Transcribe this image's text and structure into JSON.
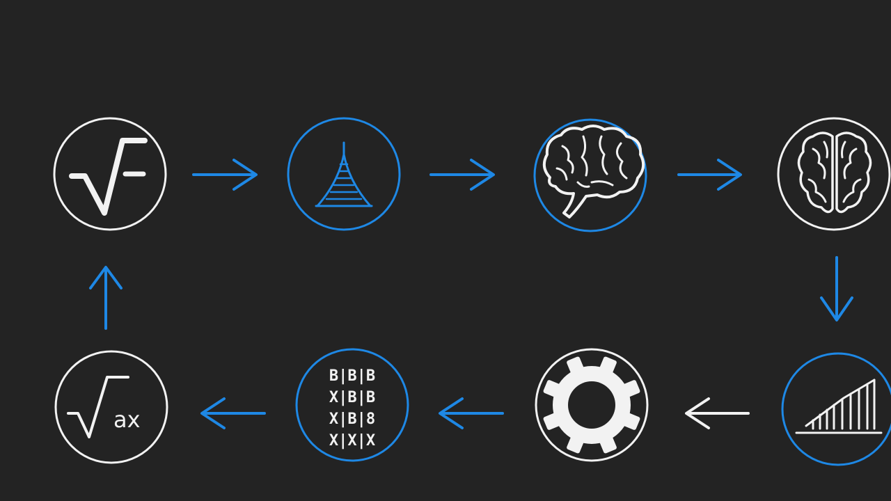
{
  "diagram": {
    "nodes": [
      {
        "id": "sqrt",
        "icon": "square-root-icon",
        "ring": "#f2f2f2",
        "glyph": "√‾"
      },
      {
        "id": "tower",
        "icon": "tower-icon",
        "ring": "#1e88e5"
      },
      {
        "id": "brain-blue",
        "icon": "brain-icon",
        "ring": "#1e88e5"
      },
      {
        "id": "brain-white",
        "icon": "brain-icon",
        "ring": "#f2f2f2"
      },
      {
        "id": "chart",
        "icon": "bar-chart-icon",
        "ring": "#1e88e5"
      },
      {
        "id": "gear",
        "icon": "gear-icon",
        "ring": "#f2f2f2"
      },
      {
        "id": "matrix",
        "icon": "matrix-icon",
        "ring": "#1e88e5",
        "rows": [
          "B|B|B",
          "X|B|B",
          "X|B|8",
          "X|X|X"
        ]
      },
      {
        "id": "sqrt-ax",
        "icon": "square-root-ax-icon",
        "ring": "#f2f2f2",
        "radicand": "ax"
      }
    ],
    "arrows": [
      {
        "from": "sqrt",
        "to": "tower",
        "color": "#1e88e5",
        "direction": "right"
      },
      {
        "from": "tower",
        "to": "brain-blue",
        "color": "#1e88e5",
        "direction": "right"
      },
      {
        "from": "brain-blue",
        "to": "brain-white",
        "color": "#1e88e5",
        "direction": "right"
      },
      {
        "from": "brain-white",
        "to": "chart",
        "color": "#1e88e5",
        "direction": "down"
      },
      {
        "from": "chart",
        "to": "gear",
        "color": "#f2f2f2",
        "direction": "left"
      },
      {
        "from": "gear",
        "to": "matrix",
        "color": "#1e88e5",
        "direction": "left"
      },
      {
        "from": "matrix",
        "to": "sqrt-ax",
        "color": "#1e88e5",
        "direction": "left"
      },
      {
        "from": "sqrt-ax",
        "to": "sqrt",
        "color": "#1e88e5",
        "direction": "up"
      }
    ],
    "colors": {
      "background": "#232323",
      "accent": "#1e88e5",
      "foreground": "#f2f2f2"
    }
  }
}
